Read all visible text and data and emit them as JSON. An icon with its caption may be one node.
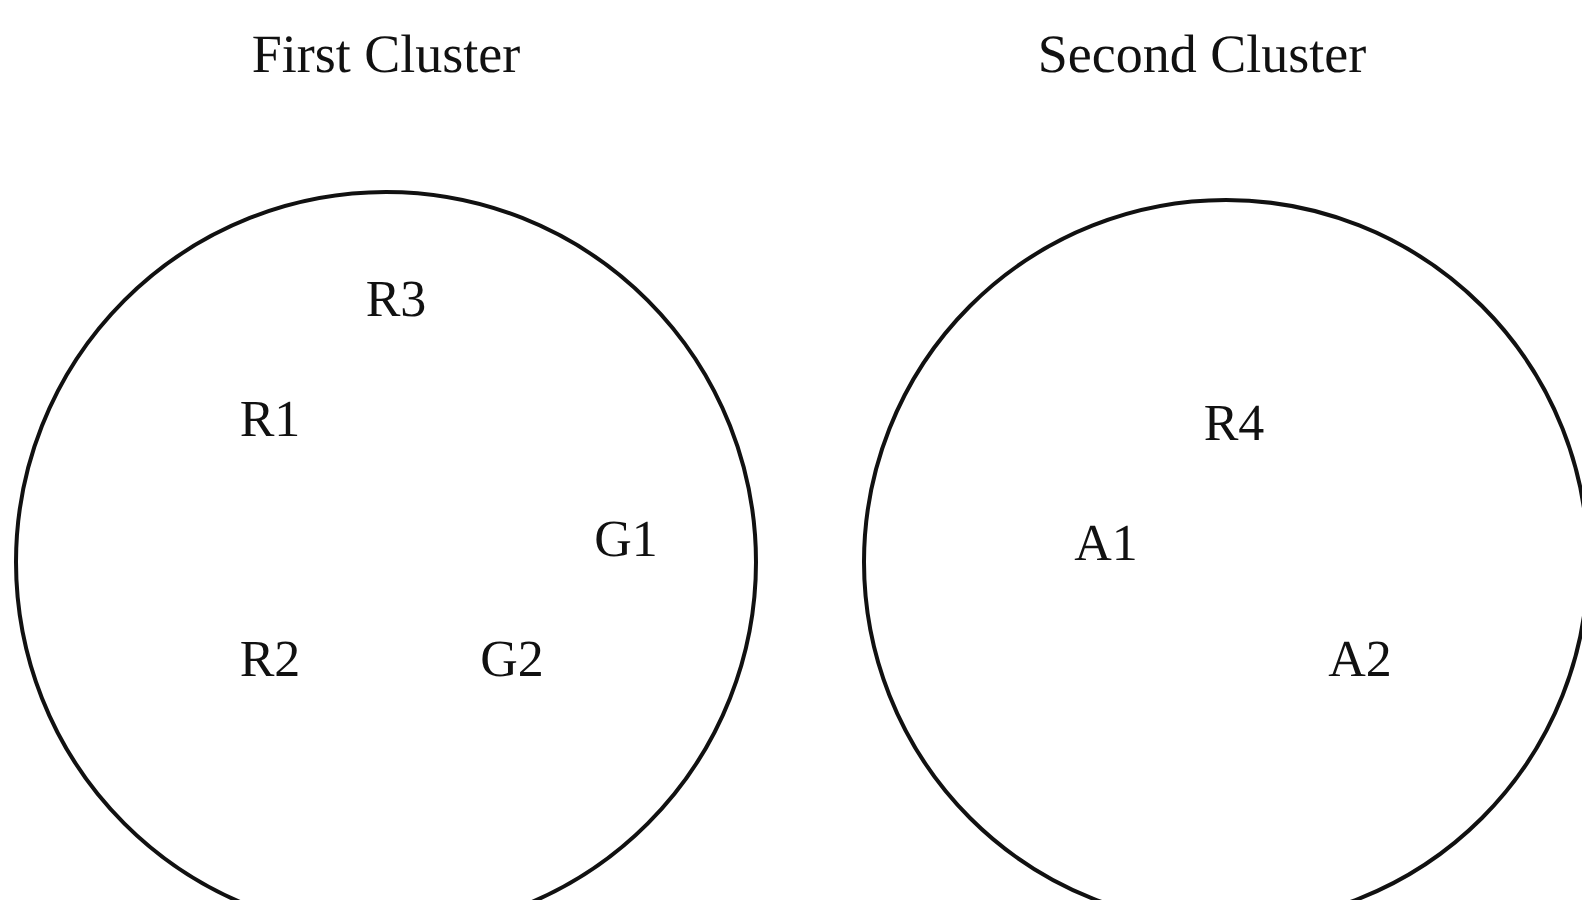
{
  "diagram": {
    "nodes": [
      {
        "text": [
          "First Cluster"
        ]
      },
      {
        "text": [
          "R3"
        ],
        "in": 0
      },
      {
        "text": [
          "R1"
        ],
        "in": 0
      },
      {
        "text": [
          "G1"
        ],
        "in": 0
      },
      {
        "text": [
          "R2"
        ],
        "in": 0
      },
      {
        "text": [
          "G2"
        ],
        "in": 0
      },
      {
        "text": [
          "Second Cluster"
        ]
      },
      {
        "text": [
          "R4"
        ],
        "in": 6
      },
      {
        "text": [
          "A1"
        ],
        "in": 6
      },
      {
        "text": [
          "A2"
        ],
        "in": 6
      }
    ]
  }
}
